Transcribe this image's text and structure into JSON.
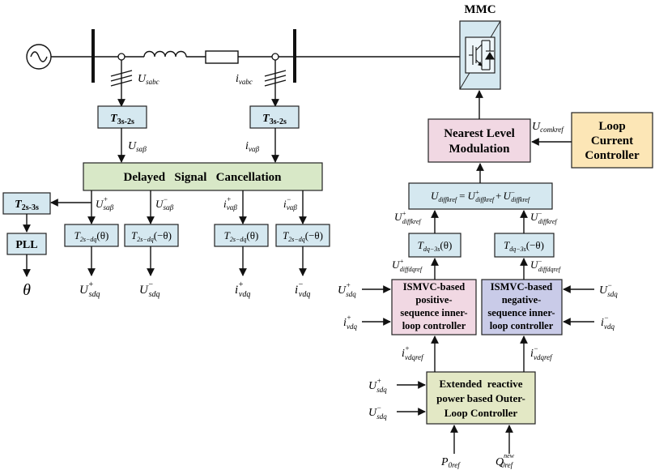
{
  "colors": {
    "block_blue": "#d5e8f0",
    "block_green": "#d8e8c7",
    "block_pink": "#f1d8e3",
    "block_lavender": "#c9cbe8",
    "block_yellow": "#fce6b6",
    "block_olive": "#e3e8c5",
    "line": "#111111"
  },
  "icons": {
    "ac_source": "ac-source-icon",
    "inductor": "inductor-icon",
    "resistor": "resistor-icon",
    "igbt": "igbt-icon"
  },
  "labels": {
    "mmc": "MMC",
    "t32_a_main": "T",
    "t32_a_sub": "3s-2s",
    "t32_b_main": "T",
    "t32_b_sub": "3s-2s",
    "t23_main": "T",
    "t23_sub": "2s-3s",
    "pll": "PLL",
    "theta": "θ",
    "dsc": "Delayed   Signal   Cancellation",
    "nlm_1": "Nearest Level",
    "nlm_2": "Modulation",
    "lcc_1": "Loop",
    "lcc_2": "Current",
    "lcc_3": "Controller",
    "ismvc_pos_1": "ISMVC-based",
    "ismvc_pos_2": "positive-",
    "ismvc_pos_3": "sequence inner-",
    "ismvc_pos_4": "loop controller",
    "ismvc_neg_1": "ISMVC-based",
    "ismvc_neg_2": "negative-",
    "ismvc_neg_3": "sequence inner-",
    "ismvc_neg_4": "loop controller",
    "erp_1": "Extended  reactive",
    "erp_2": "power based Outer-",
    "erp_3": "Loop Controller",
    "u_sabc_main": "U",
    "u_sabc_sub": "sabc",
    "i_vabc_main": "i",
    "i_vabc_sub": "vabc",
    "u_sab_main": "U",
    "u_sab_sub": "sαβ",
    "i_vab_main": "i",
    "i_vab_sub": "vαβ",
    "plus": "+",
    "minus": "−",
    "t2dq_main": "T",
    "t2dq_sub": "2s−dq",
    "t2dq_arg_pos": "(θ)",
    "t2dq_arg_neg": "(−θ)",
    "tdq3_main": "T",
    "tdq3_sub": "dq−3s",
    "u_sdq_main": "U",
    "u_sdq_sub": "sdq",
    "i_vdq_main": "i",
    "i_vdq_sub": "vdq",
    "u_comkref_main": "U",
    "u_comkref_sub": "comkref",
    "u_diffkref_main": "U",
    "u_diffkref_sub": "diffkref",
    "equals": "=",
    "u_diffdqref_sub": "diffdqref",
    "i_vdqref_main": "i",
    "i_vdqref_sub": "vdqref",
    "p0ref_main": "P",
    "p0ref_sub": "0ref",
    "q0ref_main": "Q",
    "q0ref_sub": "0ref",
    "q0ref_sup": "new"
  }
}
